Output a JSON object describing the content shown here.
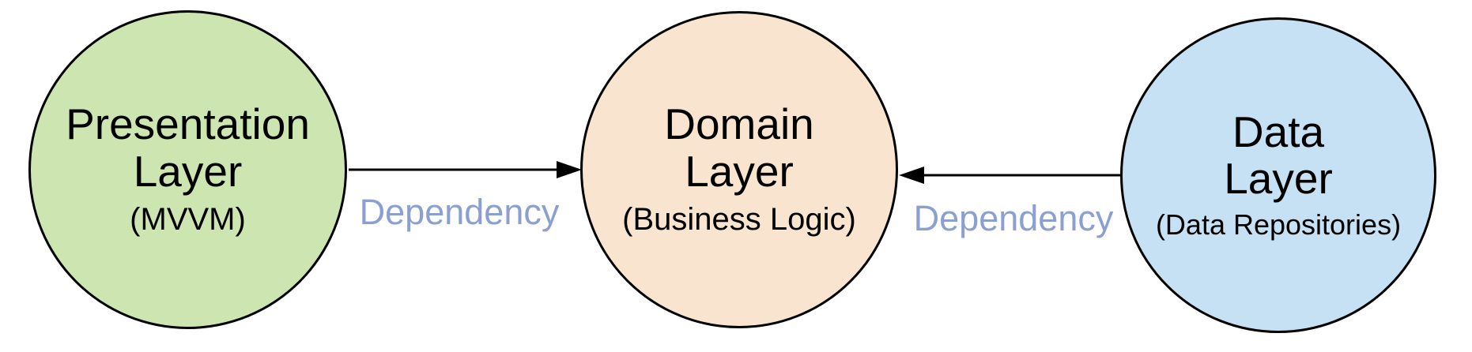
{
  "diagram": {
    "background": "#ffffff",
    "nodes": [
      {
        "id": "presentation",
        "line1": "Presentation",
        "line2": "Layer",
        "subtitle": "(MVVM)",
        "fill": "#cde5b1",
        "stroke": "#000000"
      },
      {
        "id": "domain",
        "line1": "Domain",
        "line2": "Layer",
        "subtitle": "(Business Logic)",
        "fill": "#f9e4d0",
        "stroke": "#000000"
      },
      {
        "id": "data",
        "line1": "Data",
        "line2": "Layer",
        "subtitle": "(Data Repositories)",
        "fill": "#c6e0f4",
        "stroke": "#000000"
      }
    ],
    "edges": [
      {
        "from": "presentation",
        "to": "domain",
        "label": "Dependency",
        "direction": "right"
      },
      {
        "from": "data",
        "to": "domain",
        "label": "Dependency",
        "direction": "left"
      }
    ],
    "edge_line_color": "#000000",
    "edge_label_color": "#8ba0d1"
  }
}
